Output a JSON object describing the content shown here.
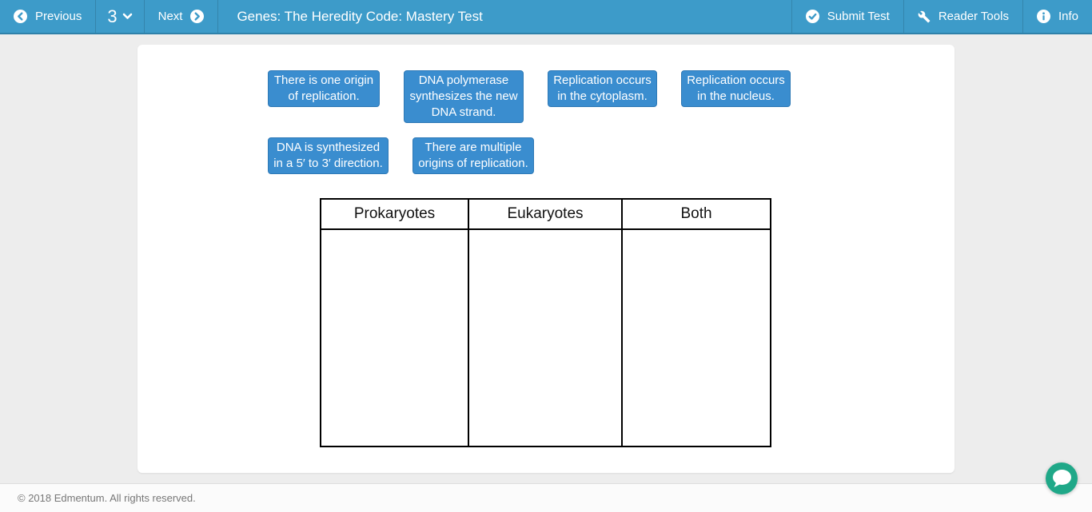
{
  "topbar": {
    "previous": "Previous",
    "question_number": "3",
    "next": "Next",
    "title": "Genes: The Heredity Code: Mastery Test",
    "submit_test": "Submit Test",
    "reader_tools": "Reader Tools",
    "info": "Info"
  },
  "question": {
    "tiles": [
      "There is one origin of replication.",
      "DNA polymerase synthesizes the new DNA strand.",
      "Replication occurs in the cytoplasm.",
      "Replication occurs in the nucleus.",
      "DNA is synthesized in a 5′ to 3′ direction.",
      "There are multiple origins of replication."
    ],
    "table_columns": [
      "Prokaryotes",
      "Eukaryotes",
      "Both"
    ]
  },
  "footer": {
    "copyright": "© 2018 Edmentum. All rights reserved."
  },
  "icons": {
    "previous": "chevron-left-circle-icon",
    "question_dropdown": "chevron-down-icon",
    "next": "chevron-right-circle-icon",
    "submit": "check-circle-icon",
    "reader_tools": "wrench-icon",
    "info": "info-circle-icon",
    "chat": "chat-bubble-icon"
  },
  "colors": {
    "topbar_blue": "#3d9bc9",
    "topbar_border": "#2f81aa",
    "tile_blue": "#3a8dcf",
    "tile_border": "#2e79b6",
    "chat_green": "#1fa888",
    "table_border": "#000000",
    "page_background": "#ededed"
  }
}
